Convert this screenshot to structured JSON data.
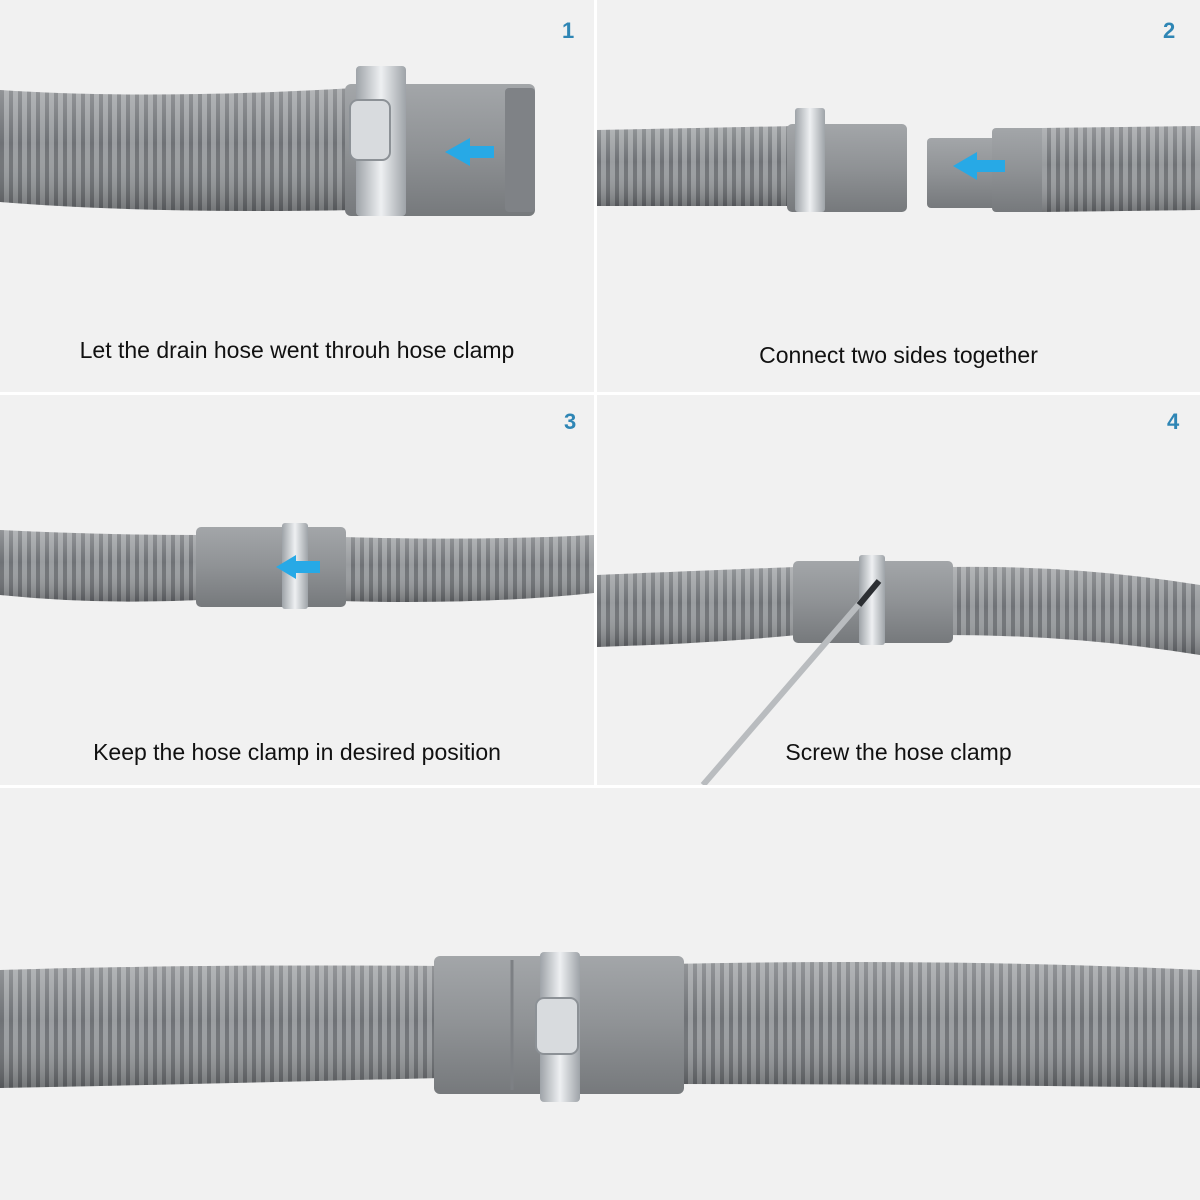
{
  "steps": [
    {
      "number": "1",
      "caption": "Let the drain hose went throuh hose clamp"
    },
    {
      "number": "2",
      "caption": "Connect two sides together"
    },
    {
      "number": "3",
      "caption": "Keep the hose clamp in desired position"
    },
    {
      "number": "4",
      "caption": "Screw the hose clamp"
    }
  ],
  "colors": {
    "background": "#f1f1f1",
    "hose": "#8e9194",
    "hose_rib": "#6e7175",
    "coupler": "#8f9295",
    "clamp": "#c9cdd1",
    "arrow": "#27a9e6",
    "step_number": "#2f86b5",
    "caption_text": "#111111"
  },
  "icons": [
    "arrow-left-icon"
  ]
}
